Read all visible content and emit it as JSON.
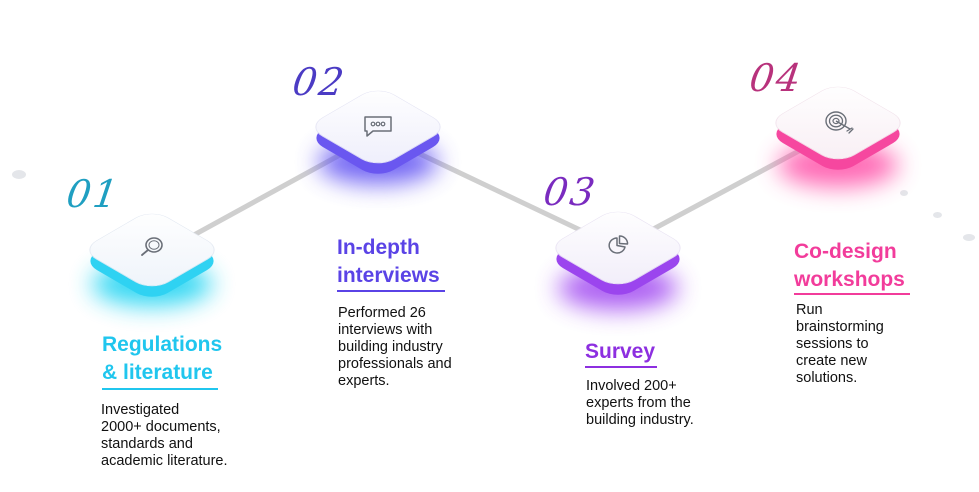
{
  "colors": {
    "cyan": "#20c6ee",
    "blue": "#5a43e6",
    "purple": "#8d2fe0",
    "pink": "#f23c9b",
    "connector": "#cfcfcf"
  },
  "steps": [
    {
      "number": "01",
      "title": "Regulations & literature",
      "title_lines": [
        "Regulations",
        "& literature"
      ],
      "description": [
        "Investigated",
        "2000+ documents,",
        "standards and",
        "academic literature."
      ],
      "icon": "magnifier-icon",
      "number_color": "#1f9fc1",
      "accent": "#20c6ee"
    },
    {
      "number": "02",
      "title": "In-depth interviews",
      "title_lines": [
        "In-depth",
        "interviews"
      ],
      "description": [
        "Performed 26",
        "interviews with",
        "building industry",
        "professionals and",
        "experts."
      ],
      "icon": "chat-bubble-icon",
      "number_color": "#4b3bc4",
      "accent": "#5a43e6"
    },
    {
      "number": "03",
      "title": "Survey",
      "title_lines": [
        "Survey"
      ],
      "description": [
        "Involved 200+",
        "experts from the",
        "building industry."
      ],
      "icon": "pie-chart-icon",
      "number_color": "#7a2bbf",
      "accent": "#8d2fe0"
    },
    {
      "number": "04",
      "title": "Co-design workshops",
      "title_lines": [
        "Co-design",
        "workshops"
      ],
      "description": [
        "Run",
        "brainstorming",
        "sessions to",
        "create new",
        "solutions."
      ],
      "icon": "target-icon",
      "number_color": "#b8327c",
      "accent": "#f23c9b"
    }
  ]
}
